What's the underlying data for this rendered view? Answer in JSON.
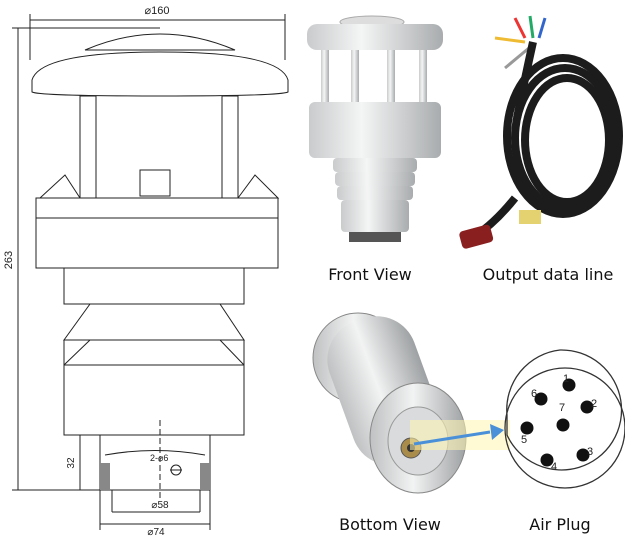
{
  "drawing": {
    "dim_top": "⌀160",
    "dim_height": "263",
    "dim_bottom_height": "32",
    "dim_inner": "⌀58",
    "dim_outer": "⌀74",
    "dim_hole": "2-⌀6"
  },
  "captions": {
    "front_view": "Front View",
    "output_line": "Output data line",
    "bottom_view": "Bottom View",
    "air_plug": "Air Plug"
  },
  "air_plug": {
    "pins": [
      "1",
      "2",
      "3",
      "4",
      "5",
      "6",
      "7"
    ]
  },
  "colors": {
    "sensor_body": "#e9eaea",
    "cable": "#1c1c1c",
    "arrow": "#4a90d9",
    "line": "#222222"
  }
}
